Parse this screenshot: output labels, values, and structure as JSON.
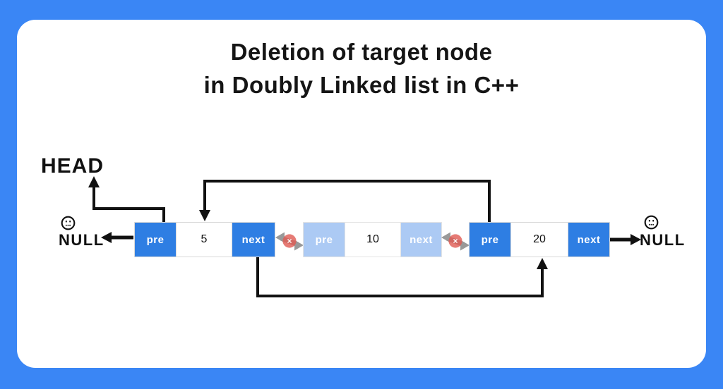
{
  "title": {
    "line1": "Deletion of target node",
    "line2": "in Doubly Linked list in C++"
  },
  "head_label": "HEAD",
  "null_left": "NULL",
  "null_right": "NULL",
  "nodes": [
    {
      "pre_label": "pre",
      "value": "5",
      "next_label": "next",
      "state": "active"
    },
    {
      "pre_label": "pre",
      "value": "10",
      "next_label": "next",
      "state": "deleted"
    },
    {
      "pre_label": "pre",
      "value": "20",
      "next_label": "next",
      "state": "active"
    }
  ],
  "delete_badge": {
    "glyph": "×"
  },
  "icons": {
    "left_face": "neutral-face-icon",
    "right_face": "neutral-face-icon",
    "gap_arrows": "bidirectional-arrow-icon",
    "delete_marks": "delete-cross-icon"
  },
  "colors": {
    "frame_blue": "#3A86F5",
    "node_blue": "#2E7EE3",
    "deleted_node_blue": "#ACCAF4",
    "badge_red": "#E05A52",
    "line_black": "#111111",
    "arrow_gray": "#999999",
    "cell_border_gray": "#D9D9D9"
  }
}
